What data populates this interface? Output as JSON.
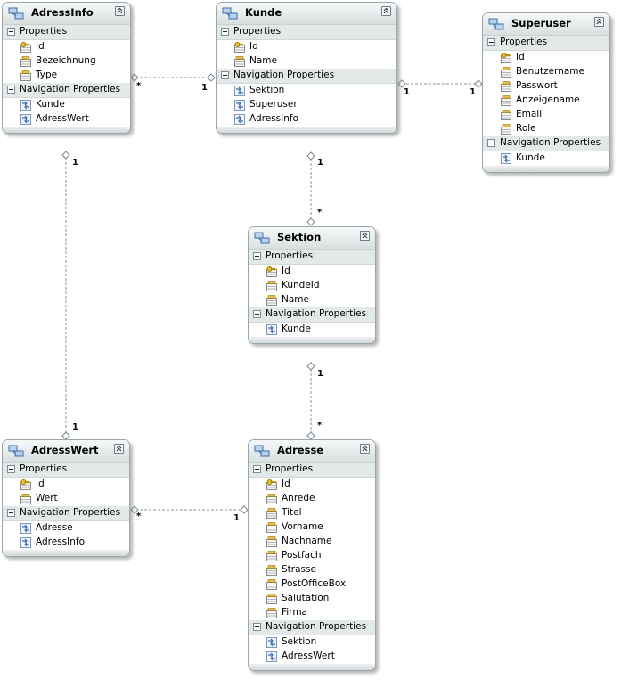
{
  "labels": {
    "properties": "Properties",
    "navigation": "Navigation Properties"
  },
  "entities": {
    "adressinfo": {
      "title": "AdressInfo",
      "properties": [
        "Id",
        "Bezeichnung",
        "Type"
      ],
      "navigation": [
        "Kunde",
        "AdressWert"
      ]
    },
    "kunde": {
      "title": "Kunde",
      "properties": [
        "Id",
        "Name"
      ],
      "navigation": [
        "Sektion",
        "Superuser",
        "AdressInfo"
      ]
    },
    "superuser": {
      "title": "Superuser",
      "properties": [
        "Id",
        "Benutzername",
        "Passwort",
        "Anzeigename",
        "Email",
        "Role"
      ],
      "navigation": [
        "Kunde"
      ]
    },
    "sektion": {
      "title": "Sektion",
      "properties": [
        "Id",
        "KundeId",
        "Name"
      ],
      "navigation": [
        "Kunde"
      ]
    },
    "adresswert": {
      "title": "AdressWert",
      "properties": [
        "Id",
        "Wert"
      ],
      "navigation": [
        "Adresse",
        "AdressInfo"
      ]
    },
    "adresse": {
      "title": "Adresse",
      "properties": [
        "Id",
        "Anrede",
        "Titel",
        "Vorname",
        "Nachname",
        "Postfach",
        "Strasse",
        "PostOfficeBox",
        "Salutation",
        "Firma"
      ],
      "navigation": [
        "Sektion",
        "AdressWert"
      ]
    }
  },
  "associations": {
    "adressinfo_kunde": {
      "from": "*",
      "to": "1"
    },
    "kunde_superuser": {
      "from": "1",
      "to": "1"
    },
    "kunde_sektion": {
      "from": "1",
      "to": "*"
    },
    "adressinfo_adresswert": {
      "from": "1",
      "to": "1"
    },
    "sektion_adresse": {
      "from": "1",
      "to": "*"
    },
    "adresswert_adresse": {
      "from": "*",
      "to": "1"
    }
  },
  "colors": {
    "connector": "#8a969c",
    "key_icon": "#d4a400",
    "nav_icon": "#3d6fb0"
  }
}
